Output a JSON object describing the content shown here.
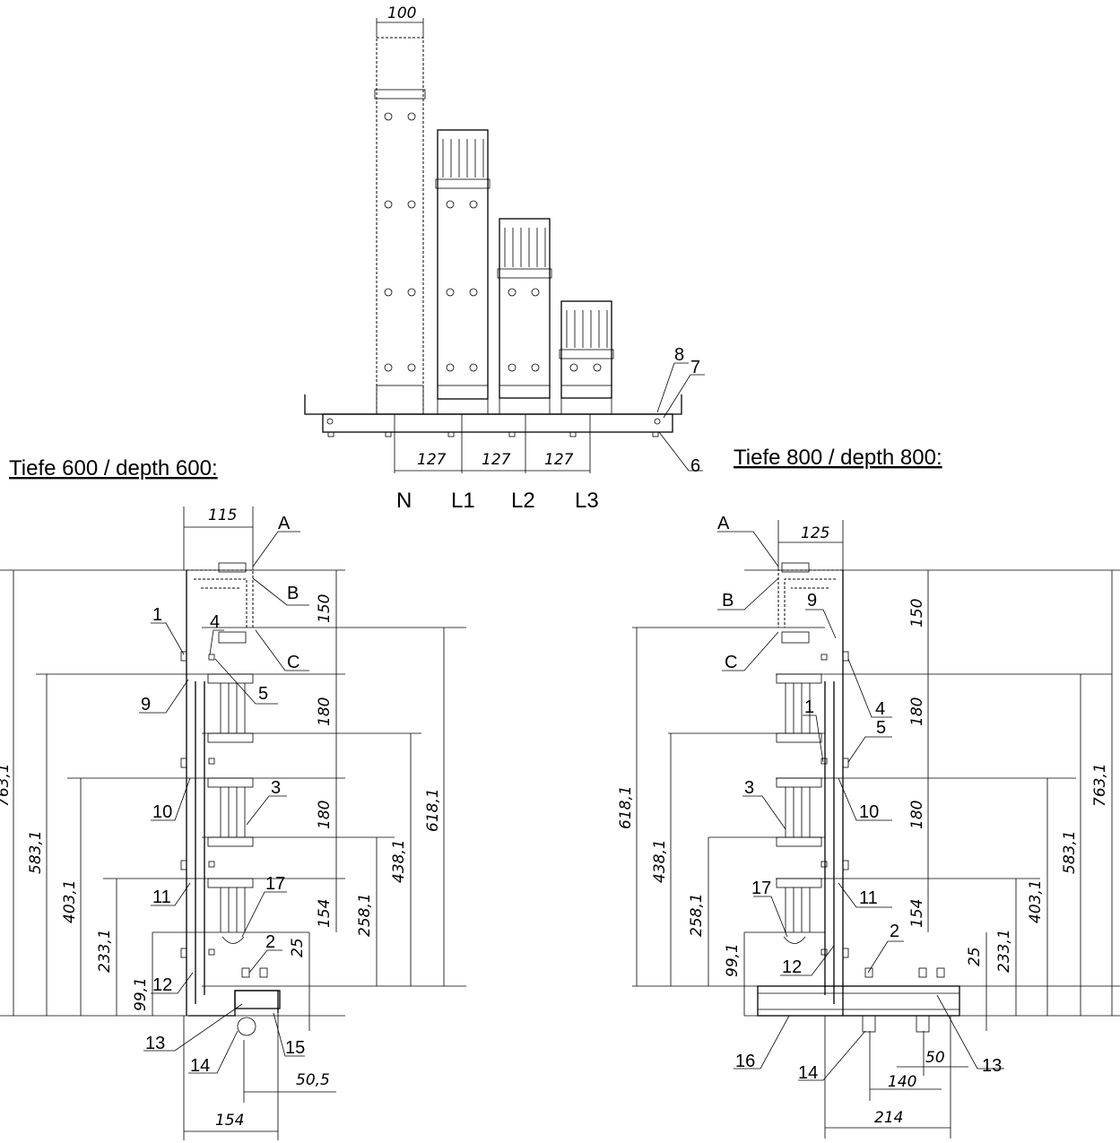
{
  "headings": {
    "left": "Tiefe 600 / depth 600:",
    "right": "Tiefe 800 / depth 800:"
  },
  "phases": [
    "N",
    "L1",
    "L2",
    "L3"
  ],
  "top_view": {
    "width_dim": "100",
    "spacing": [
      "127",
      "127",
      "127"
    ],
    "callouts": [
      "8",
      "7",
      "6"
    ]
  },
  "left_view": {
    "width_top": "115",
    "width_bottom": "154",
    "offset_bottom": "50,5",
    "small_dim": "25",
    "vertical_dims": [
      "150",
      "180",
      "180",
      "154",
      "618,1",
      "438,1",
      "258,1",
      "763,1",
      "583,1",
      "403,1",
      "233,1",
      "99,1"
    ],
    "letters": [
      "A",
      "B",
      "C"
    ],
    "callouts": [
      "1",
      "4",
      "5",
      "9",
      "3",
      "10",
      "17",
      "2",
      "11",
      "12",
      "13",
      "14",
      "15"
    ]
  },
  "right_view": {
    "width_top": "125",
    "width_bottom": "214",
    "offset_a": "50",
    "offset_b": "140",
    "small_dim": "25",
    "vertical_dims": [
      "150",
      "180",
      "180",
      "154",
      "763,1",
      "583,1",
      "403,1",
      "233,1",
      "618,1",
      "438,1",
      "258,1",
      "99,1"
    ],
    "letters": [
      "A",
      "B",
      "C"
    ],
    "callouts": [
      "9",
      "4",
      "1",
      "5",
      "3",
      "10",
      "17",
      "11",
      "2",
      "12",
      "16",
      "14",
      "13"
    ]
  }
}
